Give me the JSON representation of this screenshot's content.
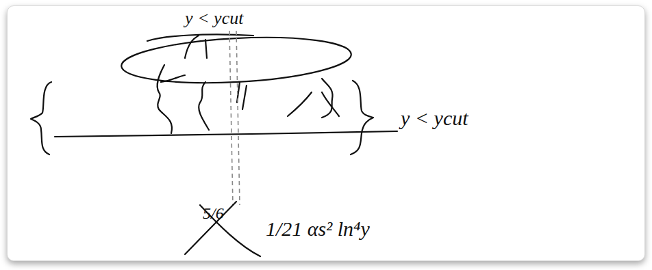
{
  "diagram": {
    "labels": [
      "y < ycut",
      "y < ycut",
      "5/6",
      "1/21 αs² ln⁴y"
    ]
  }
}
